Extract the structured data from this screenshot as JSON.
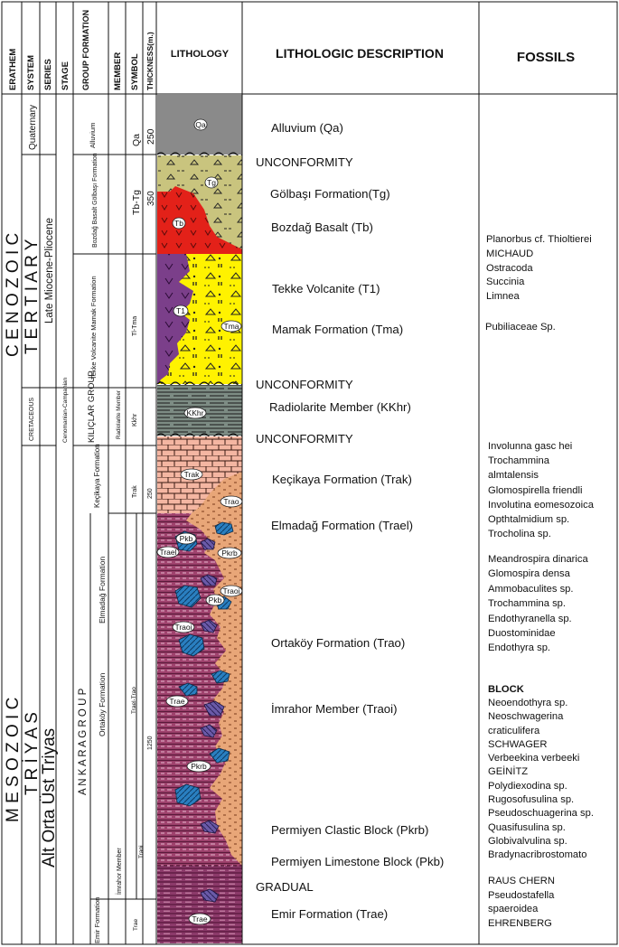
{
  "headers": {
    "erathem": "ERATHEM",
    "system": "SYSTEM",
    "series": "SERIES",
    "stage": "STAGE",
    "group_formation": "GROUP FORMATION",
    "member": "MEMBER",
    "symbol": "SYMBOL",
    "thickness": "THICKNESS(m.)",
    "lithology": "LITHOLOGY",
    "description": "LITHOLOGIC DESCRIPTION",
    "fossils": "FOSSILS"
  },
  "erathem": {
    "cenozoic": "C E N O Z O I C",
    "mesozoic": "M E S O Z O I C"
  },
  "system": {
    "quaternary": "Quaternary",
    "tertiary": "T E R T I A R Y",
    "cretaceous": "CRETACEOUS",
    "triassic": "T R İ Y A S"
  },
  "series": {
    "late_miocene": "Late Miocene-Pliocene",
    "triassic_series": "Alt Orta Üst Triyas"
  },
  "stage": {
    "cenomanian": "Cenomanian-Campanian"
  },
  "group_formation": {
    "alluvium": "Alluvium",
    "bozdag_golbasi": "Bozdağ Basalt Gölbaşı Formation",
    "tekke_mamak": "Tekke Volcanite Mamak Formation",
    "kilicklar": "KILIÇLAR GROUP",
    "kecikaya": "Keçikaya Formation",
    "ankara": "A N K A R A   G R O U P",
    "elmadag": "Elmadağ Formation",
    "ortakoy": "Ortaköy Formation",
    "imrahor": "İmrahor Member",
    "emir": "Emir Formation"
  },
  "member": {
    "radiolarite": "Radiolarite Member"
  },
  "symbol": {
    "qa": "Qa",
    "tbtg": "Tb-Tg",
    "tltma": "Tl-Tma",
    "kkhr": "Kkhr",
    "trak": "Trak",
    "traeltrao": "Trael-Trao",
    "traoi": "Traoi",
    "trae": "Trae"
  },
  "thickness": {
    "t250a": "250",
    "t350": "350",
    "t250b": "250",
    "t1250": "1250"
  },
  "lithology_labels": {
    "qa": "Qa",
    "tg": "Tg",
    "tb": "Tb",
    "t1": "T1",
    "tma": "Tma",
    "kkhr": "KKhr",
    "trak": "Trak",
    "trao": "Trao",
    "pkb1": "Pkb",
    "trael": "Trael",
    "pkrb1": "Pkrb",
    "traoi1": "Traoi",
    "pkb2": "Pkb",
    "traoi2": "Traoi",
    "trae1": "Trae",
    "pkrb2": "Pkrb",
    "trae2": "Trae"
  },
  "descriptions": [
    "Alluvium (Qa)",
    "UNCONFORMITY",
    "Gölbaşı Formation(Tg)",
    "Bozdağ Basalt (Tb)",
    "Tekke Volcanite (T1)",
    "Mamak Formation (Tma)",
    "UNCONFORMITY",
    "Radiolarite Member (KKhr)",
    "UNCONFORMITY",
    "Keçikaya Formation (Trak)",
    "Elmadağ Formation (Trael)",
    "Ortaköy Formation (Trao)",
    "İmrahor Member (Traoi)",
    "Permiyen Clastic Block (Pkrb)",
    "Permiyen Limestone Block (Pkb)",
    "GRADUAL",
    "Emir Formation (Trae)"
  ],
  "fossils": {
    "tertiary": [
      "Planorbus cf. Thioltierei",
      "MICHAUD",
      "Ostracoda",
      "Succinia",
      "Limnea"
    ],
    "pubiliaceae": "Pubiliaceae Sp.",
    "trak": [
      "Involunna gasc hei",
      "Trochammina",
      "almtalensis",
      "Glomospirella friendli",
      "Involutina eomesozoica",
      "Opthtalmidium sp.",
      "Trocholina sp."
    ],
    "trao": [
      "Meandrospira dinarica",
      "Glomospira densa",
      "Ammobaculites sp.",
      "Trochammina sp.",
      "Endothyranella sp.",
      "Duostominidae",
      "Endothyra sp."
    ],
    "block_title": "BLOCK",
    "block": [
      "Neoendothyra sp.",
      "Neoschwagerina",
      "craticulifera",
      "SCHWAGER",
      "Verbeekina verbeeki",
      "GEİNİTZ",
      "Polydiexodina sp.",
      "Rugosofusulina sp.",
      "Pseudoschuagerina sp.",
      "Quasifusulina sp.",
      "Globivalvulina sp.",
      "Bradynacribrostomato"
    ],
    "trae": [
      "RAUS CHERN",
      "Pseudostafella",
      "spaeroidea",
      "EHRENBERG"
    ]
  },
  "colors": {
    "alluvium": "#8a8a8a",
    "golbasi": "#c9c47e",
    "basalt": "#e32119",
    "volcanite": "#7b3f8a",
    "mamak": "#fff200",
    "radiolarite": "#7d8c84",
    "kecikaya": "#f4b6a2",
    "ortakoy": "#e8a678",
    "imrahor": "#a0436e",
    "emir": "#8c3a6a",
    "limestone_block": "#2a7fc0",
    "clastic_block": "#6a5aa8"
  }
}
